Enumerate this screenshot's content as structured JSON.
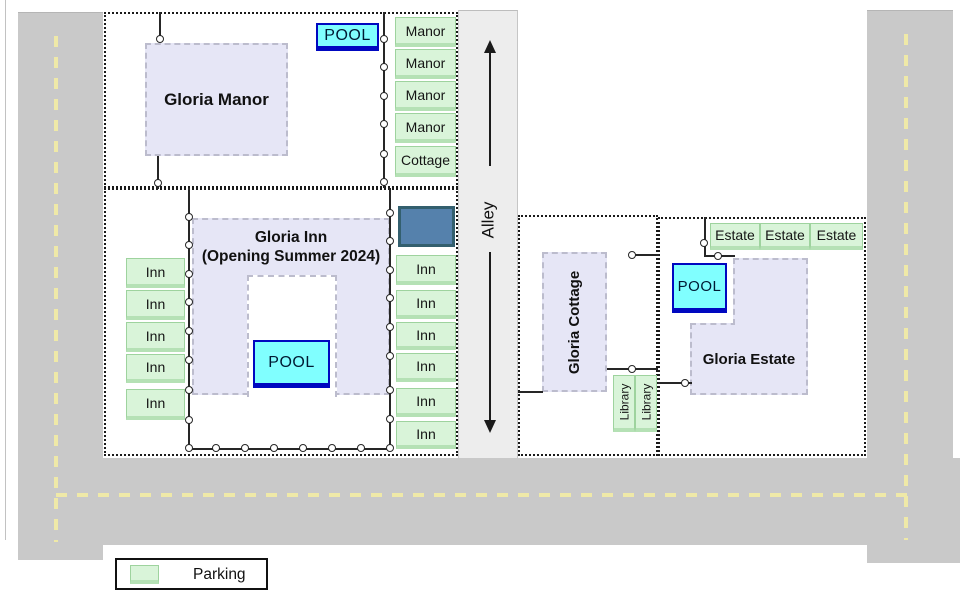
{
  "alley": {
    "label": "Alley"
  },
  "manor_region": {
    "building_name": "Gloria Manor",
    "pool_label": "POOL",
    "parking_spots": [
      "Manor",
      "Manor",
      "Manor",
      "Manor",
      "Cottage"
    ]
  },
  "inn_region": {
    "building_name": "Gloria Inn",
    "building_subtitle": "(Opening Summer 2024)",
    "pool_label": "POOL",
    "parking_left": [
      "Inn",
      "Inn",
      "Inn",
      "Inn",
      "Inn"
    ],
    "parking_right": [
      "Inn",
      "Inn",
      "Inn",
      "Inn",
      "Inn",
      "Inn"
    ]
  },
  "cottage_region": {
    "building_name": "Gloria Cottage",
    "library_spots": [
      "Library",
      "Library"
    ]
  },
  "estate_region": {
    "building_name": "Gloria Estate",
    "pool_label": "POOL",
    "parking_spots": [
      "Estate",
      "Estate",
      "Estate"
    ]
  },
  "legend": {
    "parking_label": "Parking"
  },
  "colors": {
    "road_gray": "#c9c9c9",
    "alley_gray": "#ededed",
    "building_lavender": "#e6e6f6",
    "parking_green": "#d9f4d9",
    "pool_cyan": "#80ffff",
    "pool_border_blue": "#0008c0",
    "utility_box_blue": "#5581ac",
    "lane_marking_yellow": "#efe9a8"
  }
}
